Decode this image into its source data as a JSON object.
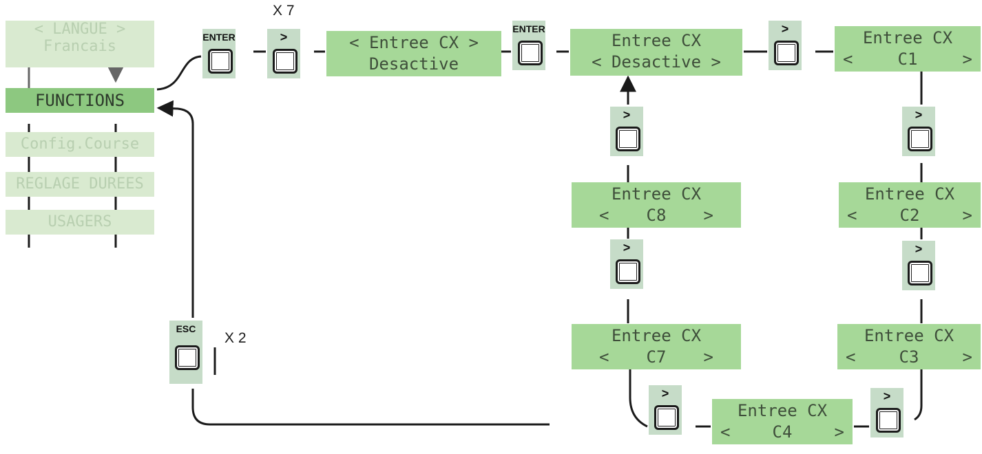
{
  "menu": {
    "langue_title": "< LANGUE >",
    "langue_value": "Francais",
    "functions": "FUNCTIONS",
    "config_course": "Config.Course",
    "reglage_durees": "REGLAGE DUREES",
    "usagers": "USAGERS"
  },
  "keys": {
    "enter": "ENTER",
    "next": ">",
    "esc": "ESC"
  },
  "multipliers": {
    "x7": "X 7",
    "x2": "X 2"
  },
  "displays": {
    "entree_select": {
      "line1": "< Entree CX >",
      "line2": "Desactive"
    },
    "entree_edit": {
      "line1": "Entree CX",
      "line2": "< Desactive >"
    },
    "c1": {
      "title": "Entree CX",
      "left": "<",
      "value": "C1",
      "right": ">"
    },
    "c2": {
      "title": "Entree CX",
      "left": "<",
      "value": "C2",
      "right": ">"
    },
    "c3": {
      "title": "Entree CX",
      "left": "<",
      "value": "C3",
      "right": ">"
    },
    "c4": {
      "title": "Entree CX",
      "left": "<",
      "value": "C4",
      "right": ">"
    },
    "c7": {
      "title": "Entree CX",
      "left": "<",
      "value": "C7",
      "right": ">"
    },
    "c8": {
      "title": "Entree CX",
      "left": "<",
      "value": "C8",
      "right": ">"
    }
  },
  "colors": {
    "lcd": "#a6d898",
    "menu_active": "#8dc880",
    "menu_faded": "#d9ead0",
    "key_panel": "#c6dcc8",
    "wire": "#1a1a1a"
  }
}
